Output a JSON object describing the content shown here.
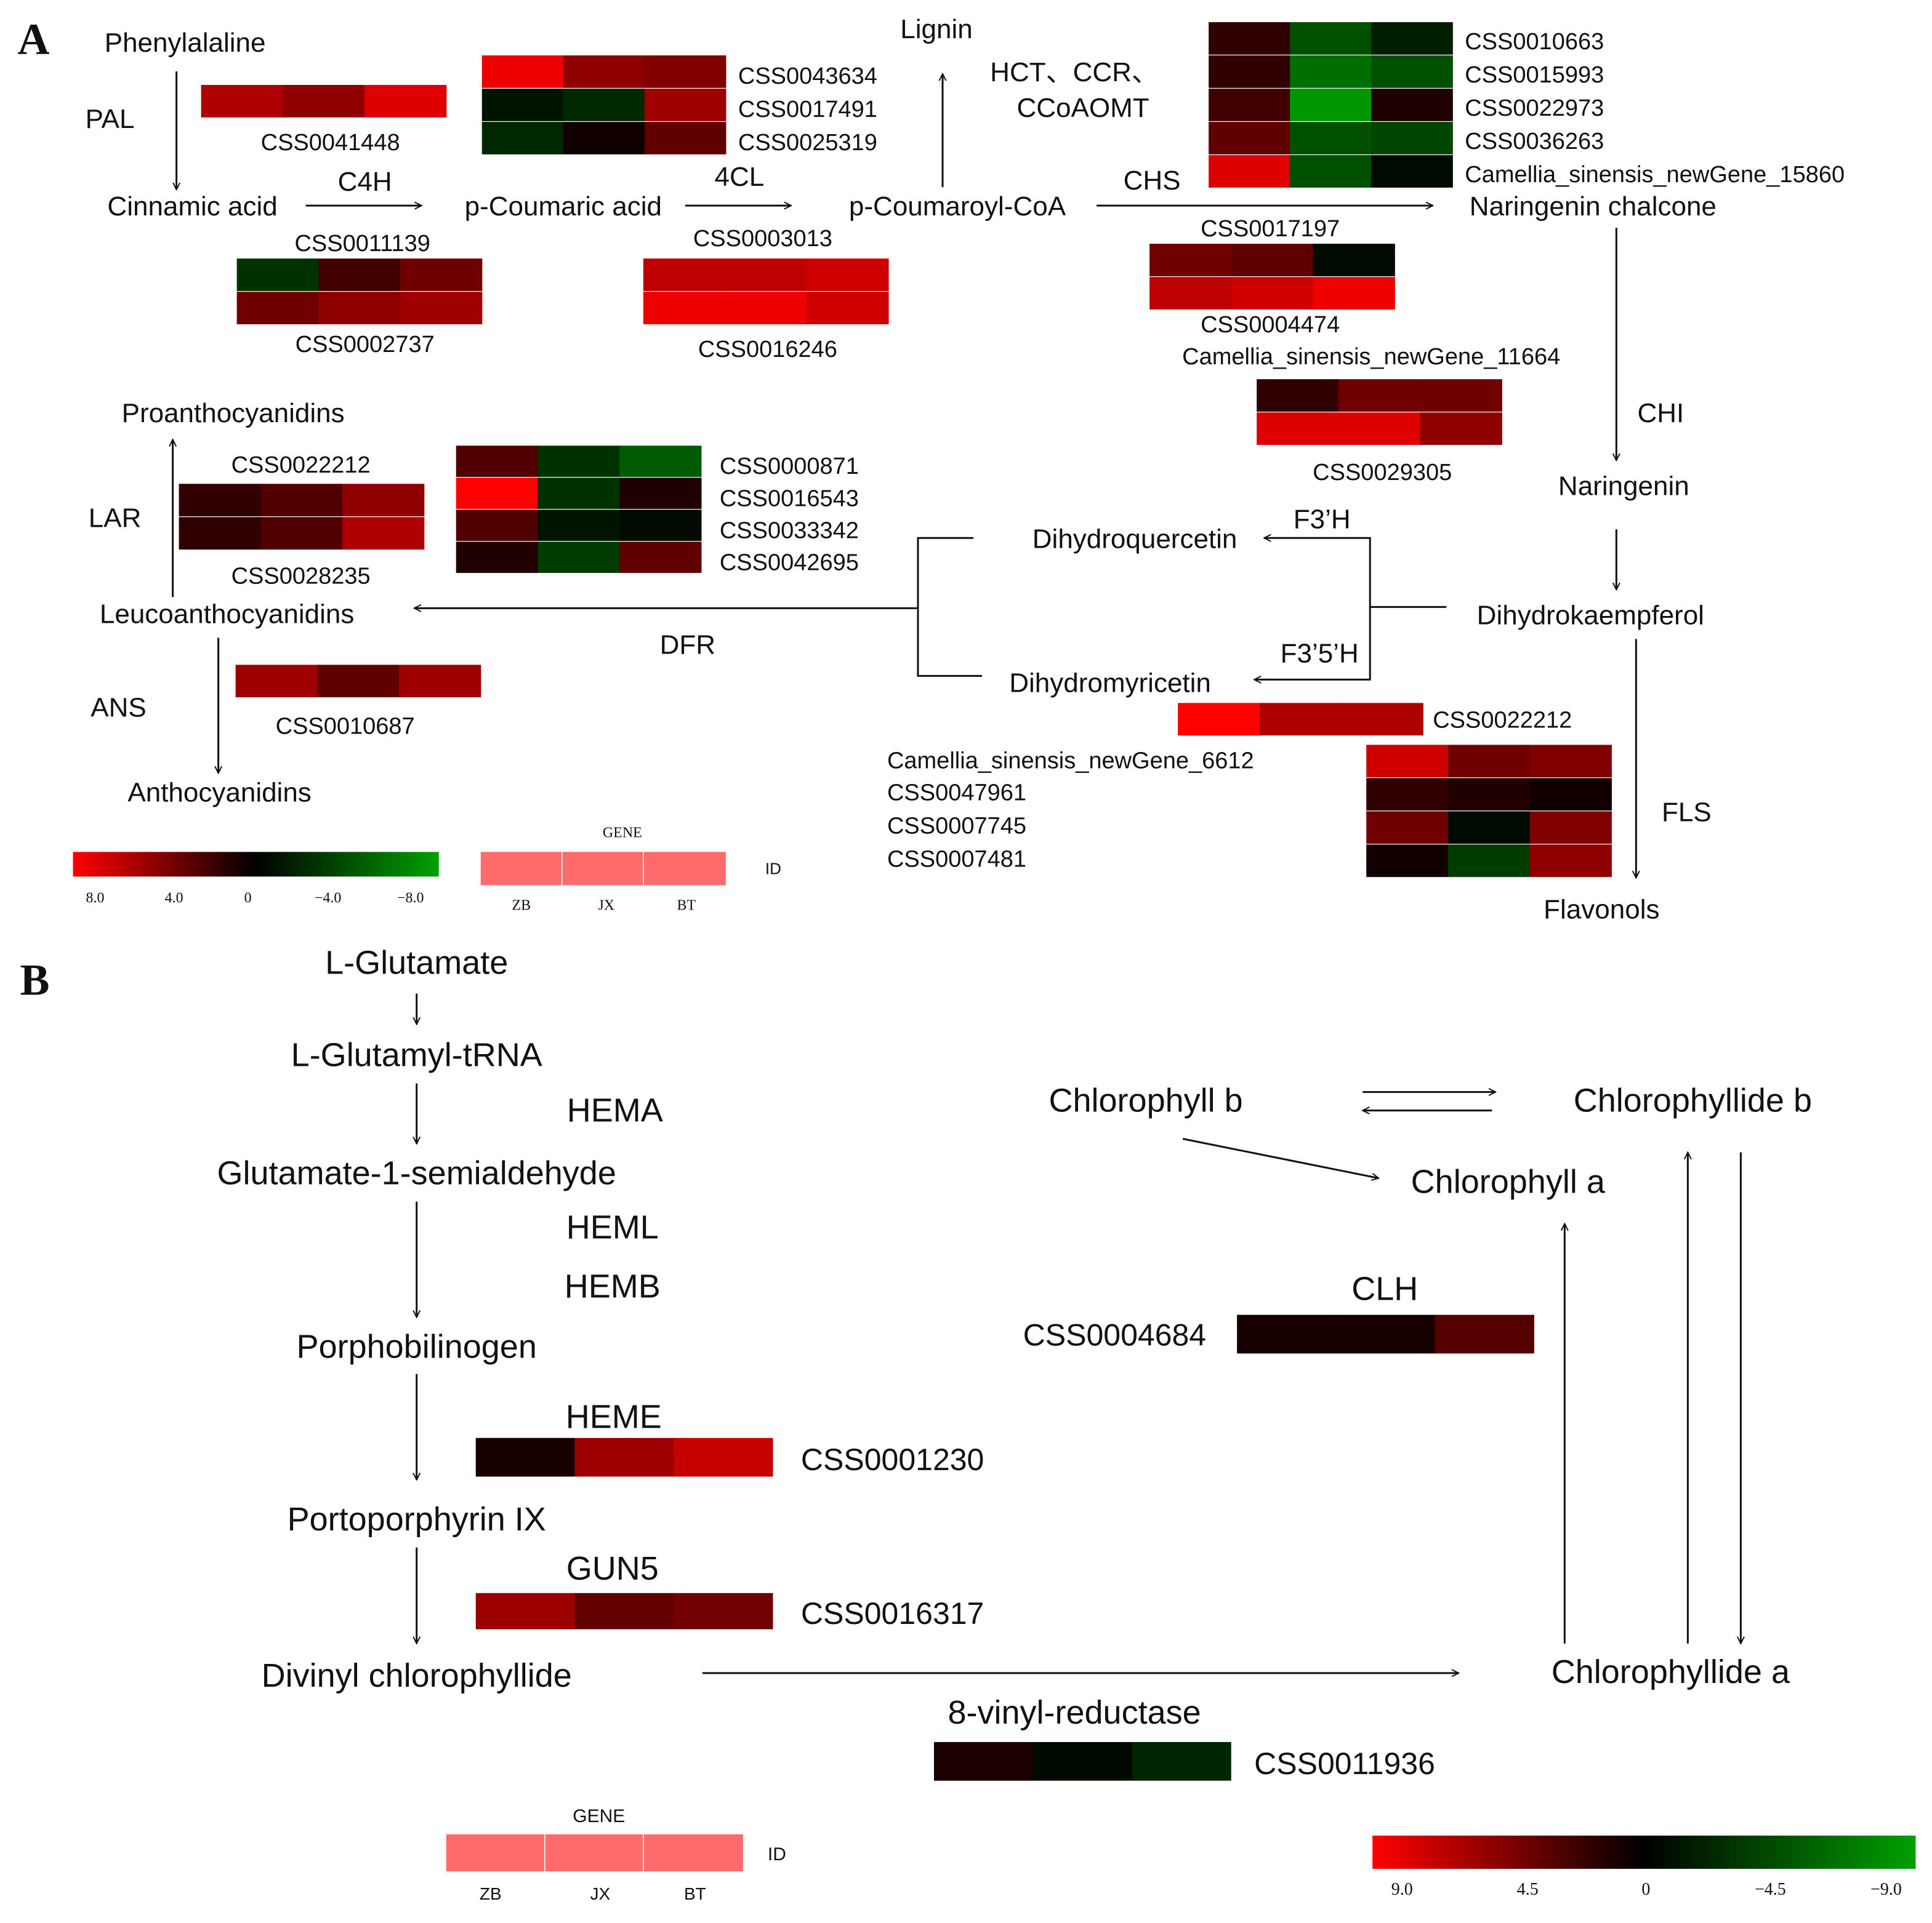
{
  "panels": {
    "a": "A",
    "b": "B"
  },
  "colors": {
    "high": "#ff0000",
    "mid": "#000000",
    "low": "#00a000",
    "id_fill": "#ff6b6b"
  },
  "pathway_a": {
    "compounds": {
      "phenylalanine": "Phenylalaline",
      "cinnamic_acid": "Cinnamic acid",
      "p_coumaric_acid": "p-Coumaric acid",
      "p_coumaroyl_coa": "p-Coumaroyl-CoA",
      "lignin": "Lignin",
      "naringenin_chalcone": "Naringenin chalcone",
      "naringenin": "Naringenin",
      "dihydrokaempferol": "Dihydrokaempferol",
      "dihydroquercetin": "Dihydroquercetin",
      "dihydromyricetin": "Dihydromyricetin",
      "leucoanthocyanidins": "Leucoanthocyanidins",
      "proanthocyanidins": "Proanthocyanidins",
      "anthocyanidins": "Anthocyanidins",
      "flavonols": "Flavonols"
    },
    "enzymes": {
      "pal": "PAL",
      "c4h": "C4H",
      "fourcl": "4CL",
      "hct_line1": "HCT、CCR、",
      "hct_line2": "CCoAOMT",
      "chs": "CHS",
      "chi": "CHI",
      "f3h": "F3’H",
      "f35h": "F3’5’H",
      "dfr": "DFR",
      "lar": "LAR",
      "ans": "ANS",
      "fls": "FLS"
    },
    "heatmaps": [
      {
        "genes": [
          "CSS0041448"
        ],
        "values": [
          [
            5.5,
            4.5,
            7.0
          ]
        ]
      },
      {
        "genes": [
          "CSS0043634",
          "CSS0017491",
          "CSS0025319"
        ],
        "values": [
          [
            7.5,
            4.5,
            4.0
          ],
          [
            -1.0,
            -2.0,
            5.0
          ],
          [
            -2.0,
            0.5,
            3.0
          ]
        ]
      },
      {
        "genes": [
          "CSS0010663",
          "CSS0015993",
          "CSS0022973",
          "CSS0036263",
          "Camellia_sinensis_newGene_15860"
        ],
        "values": [
          [
            1.5,
            -4.0,
            -1.5
          ],
          [
            1.5,
            -5.5,
            -4.0
          ],
          [
            2.0,
            -7.5,
            1.0
          ],
          [
            3.0,
            -4.0,
            -3.5
          ],
          [
            7.0,
            -4.0,
            -0.5
          ]
        ]
      },
      {
        "genes": [
          "CSS0011139",
          "CSS0002737"
        ],
        "values": [
          [
            -2.5,
            2.0,
            3.5
          ],
          [
            3.5,
            4.5,
            5.0
          ]
        ]
      },
      {
        "genes": [
          "CSS0003013",
          "CSS0016246"
        ],
        "values": [
          [
            6.0,
            6.0,
            6.5
          ],
          [
            7.5,
            7.5,
            6.5
          ]
        ]
      },
      {
        "genes": [
          "CSS0017197",
          "CSS0004474"
        ],
        "values": [
          [
            3.5,
            3.0,
            -0.5
          ],
          [
            6.0,
            6.5,
            7.5
          ]
        ]
      },
      {
        "genes": [
          "Camellia_sinensis_newGene_11664",
          "CSS0029305"
        ],
        "values": [
          [
            1.5,
            3.5,
            3.5
          ],
          [
            7.0,
            7.0,
            4.5
          ]
        ]
      },
      {
        "genes": [
          "CSS0022212",
          "CSS0028235"
        ],
        "values": [
          [
            1.5,
            2.5,
            4.5
          ],
          [
            1.5,
            2.5,
            5.5
          ]
        ]
      },
      {
        "genes": [
          "CSS0000871",
          "CSS0016543",
          "CSS0033342",
          "CSS0042695"
        ],
        "values": [
          [
            2.5,
            -2.5,
            -4.5
          ],
          [
            8.0,
            -2.5,
            1.0
          ],
          [
            2.5,
            -1.0,
            -0.5
          ],
          [
            1.0,
            -3.0,
            3.0
          ]
        ]
      },
      {
        "genes": [
          "CSS0010687"
        ],
        "values": [
          [
            5.0,
            3.0,
            5.0
          ]
        ]
      },
      {
        "genes": [
          "CSS0022212"
        ],
        "values": [
          [
            8.0,
            5.5,
            5.5
          ]
        ]
      },
      {
        "genes": [
          "Camellia_sinensis_newGene_6612",
          "CSS0047961",
          "CSS0007745",
          "CSS0007481"
        ],
        "values": [
          [
            6.5,
            3.5,
            4.0
          ],
          [
            1.5,
            1.0,
            0.5
          ],
          [
            3.5,
            -0.5,
            4.0
          ],
          [
            0.5,
            -3.0,
            4.5
          ]
        ]
      }
    ],
    "color_scale": {
      "ticks": [
        "8.0",
        "4.0",
        "0",
        "−4.0",
        "−8.0"
      ],
      "range": [
        8.0,
        -8.0
      ]
    },
    "legend": {
      "gene": "GENE",
      "id": "ID",
      "samples": [
        "ZB",
        "JX",
        "BT"
      ]
    }
  },
  "pathway_b": {
    "compounds": {
      "l_glutamate": "L-Glutamate",
      "l_glutamyl_trna": "L-Glutamyl-tRNA",
      "glutamate_semialdehyde": "Glutamate-1-semialdehyde",
      "porphobilinogen": "Porphobilinogen",
      "portoporphyrin": "Portoporphyrin IX",
      "divinyl_chlorophyllide": "Divinyl chlorophyllide",
      "chlorophyll_b": "Chlorophyll b",
      "chlorophyllide_b": "Chlorophyllide b",
      "chlorophyll_a": "Chlorophyll a",
      "chlorophyllide_a": "Chlorophyllide a"
    },
    "enzymes": {
      "hema": "HEMA",
      "heml": "HEML",
      "hemb": "HEMB",
      "heme": "HEME",
      "gun5": "GUN5",
      "clh": "CLH",
      "vinyl_reductase": "8-vinyl-reductase"
    },
    "heatmaps": [
      {
        "genes": [
          "CSS0004684"
        ],
        "values": [
          [
            0.8,
            0.8,
            3.0
          ]
        ]
      },
      {
        "genes": [
          "CSS0001230"
        ],
        "values": [
          [
            0.8,
            5.5,
            7.0
          ]
        ]
      },
      {
        "genes": [
          "CSS0016317"
        ],
        "values": [
          [
            5.5,
            3.5,
            4.0
          ]
        ]
      },
      {
        "genes": [
          "CSS0011936"
        ],
        "values": [
          [
            1.0,
            -0.5,
            -2.0
          ]
        ]
      }
    ],
    "color_scale": {
      "ticks": [
        "9.0",
        "4.5",
        "0",
        "−4.5",
        "−9.0"
      ],
      "range": [
        9.0,
        -9.0
      ]
    },
    "legend": {
      "gene": "GENE",
      "id": "ID",
      "samples": [
        "ZB",
        "JX",
        "BT"
      ]
    }
  }
}
